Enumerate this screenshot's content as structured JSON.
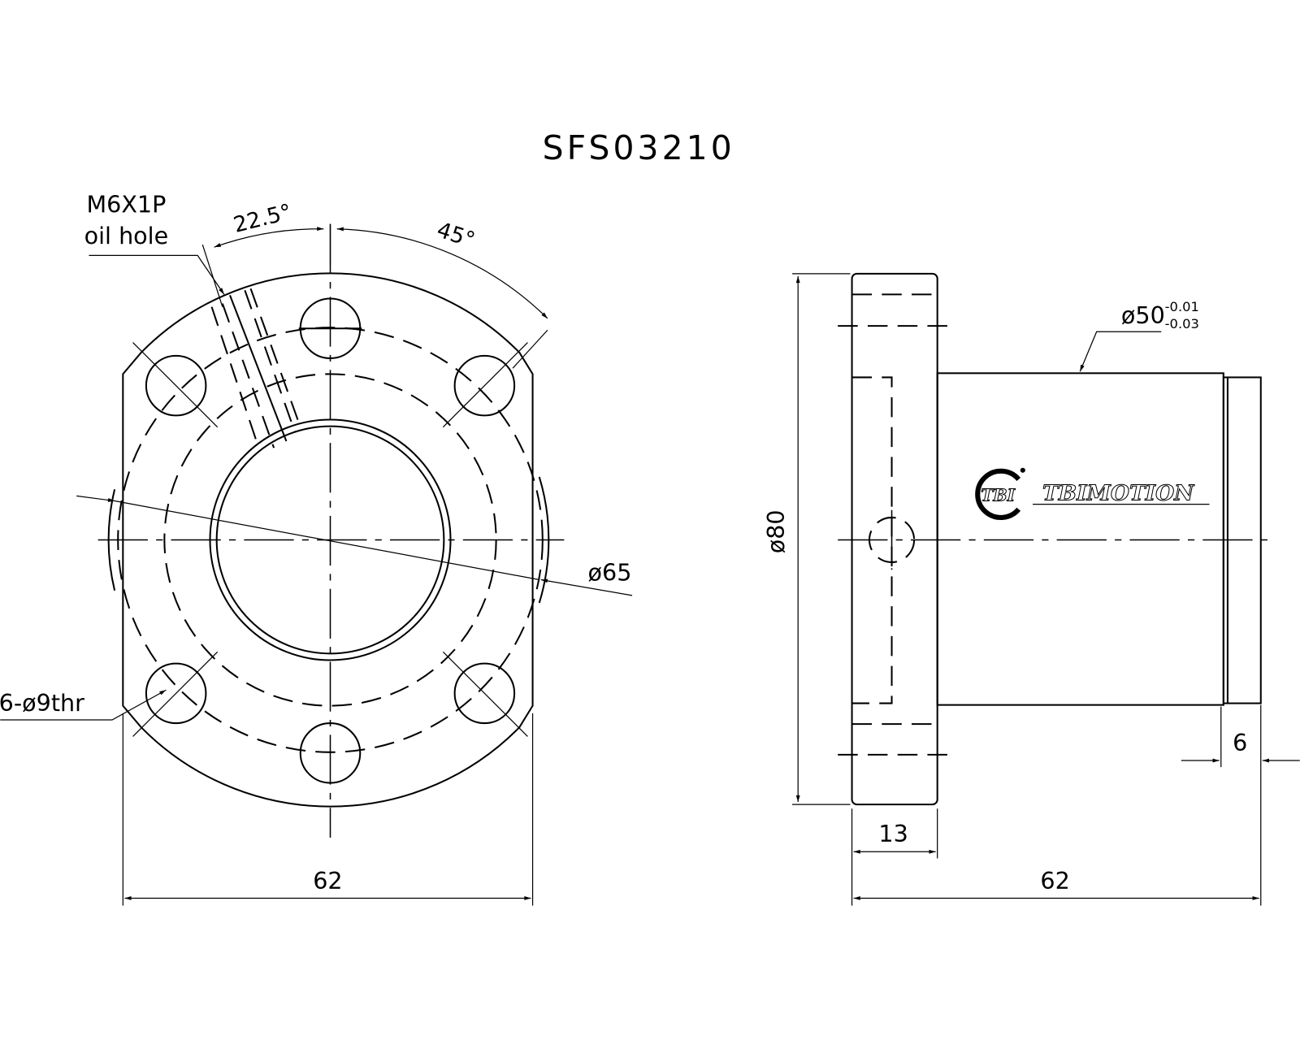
{
  "title": "SFS03210",
  "front_view": {
    "oil_hole_spec": "M6X1P",
    "oil_hole_label": "oil hole",
    "angle_1": "22.5°",
    "angle_2": "45°",
    "bolt_circle_dia": "ø65",
    "holes": "6-ø9thr",
    "width": "62"
  },
  "side_view": {
    "flange_dia": "ø80",
    "body_dia": "ø50",
    "tol_upper": "-0.01",
    "tol_lower": "-0.03",
    "flange_thickness": "13",
    "total_length": "62",
    "end_length": "6"
  },
  "logo": {
    "mark": "TBI",
    "brand": "TBIMOTION"
  }
}
